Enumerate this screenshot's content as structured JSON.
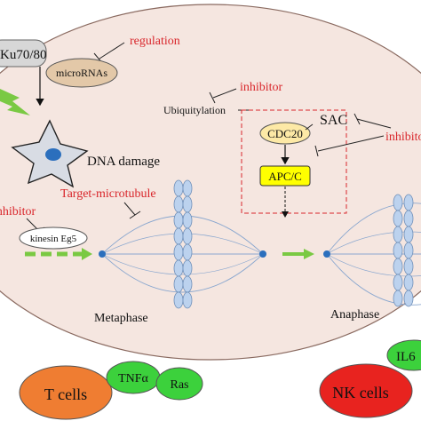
{
  "cell": {
    "ku_label": "Ku70/80",
    "regulation_label": "regulation",
    "micrornas_label": "microRNAs",
    "dna_damage_label": "DNA damage",
    "inhibitor_top_label": "inhibitor",
    "ubiquitylation_label": "Ubiquitylation",
    "sac_label": "SAC",
    "cdc20_label": "CDC20",
    "inhibitor_right_label": "inhibitor",
    "apcc_label": "APC/C",
    "target_microtubule_label": "Target-microtubule",
    "inhibitor_left_label": "inhibitor",
    "kinesin_label": "kinesin Eg5",
    "metaphase_label": "Metaphase",
    "anaphase_label": "Anaphase"
  },
  "immune": {
    "t_cells_label": "T cells",
    "tnf_label": "TNFα",
    "ras_label": "Ras",
    "nk_cells_label": "NK cells",
    "il_label": "IL6"
  },
  "colors": {
    "cell_fill": "#f5e6e0",
    "accent_red": "#d9262b",
    "green_arrow": "#7ac943",
    "apcc_fill": "#ffff00",
    "cdc20_fill": "#fde9a6",
    "t_cells_fill": "#ef7d32",
    "nk_cells_fill": "#e8231f",
    "small_green": "#3cd13c",
    "chromosome_fill": "#bcd2ee"
  }
}
